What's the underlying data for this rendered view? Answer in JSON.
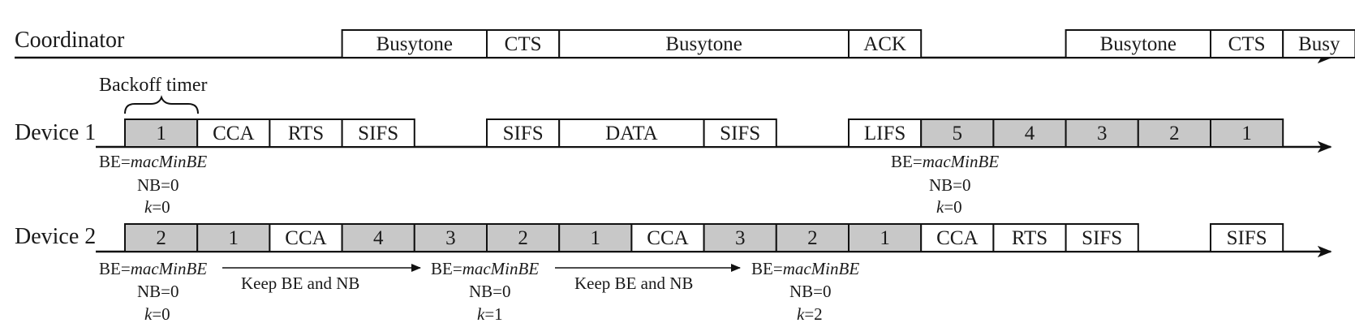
{
  "colors": {
    "backoff_fill": "#c8c8c8",
    "slot_fill": "#ffffff",
    "ink": "#111111"
  },
  "lanes": [
    {
      "id": "coordinator",
      "label": "Coordinator",
      "slots": [
        {
          "text": "Busytone",
          "span": 2,
          "shaded": false
        },
        {
          "text": "CTS",
          "span": 1,
          "shaded": false
        },
        {
          "text": "Busytone",
          "span": 4,
          "shaded": false
        },
        {
          "text": "ACK",
          "span": 1,
          "shaded": false
        },
        {
          "text": "",
          "span": 2,
          "gap": true
        },
        {
          "text": "Busytone",
          "span": 2,
          "shaded": false
        },
        {
          "text": "CTS",
          "span": 1,
          "shaded": false
        },
        {
          "text": "Busy",
          "span": 1,
          "shaded": false
        }
      ],
      "start": 3
    },
    {
      "id": "device1",
      "label": "Device 1",
      "slots": [
        {
          "text": "1",
          "span": 1,
          "shaded": true
        },
        {
          "text": "CCA",
          "span": 1,
          "shaded": false
        },
        {
          "text": "RTS",
          "span": 1,
          "shaded": false
        },
        {
          "text": "SIFS",
          "span": 1,
          "shaded": false
        },
        {
          "text": "",
          "span": 1,
          "gap": true
        },
        {
          "text": "SIFS",
          "span": 1,
          "shaded": false
        },
        {
          "text": "DATA",
          "span": 2,
          "shaded": false
        },
        {
          "text": "SIFS",
          "span": 1,
          "shaded": false
        },
        {
          "text": "",
          "span": 1,
          "gap": true
        },
        {
          "text": "LIFS",
          "span": 1,
          "shaded": false
        },
        {
          "text": "5",
          "span": 1,
          "shaded": true
        },
        {
          "text": "4",
          "span": 1,
          "shaded": true
        },
        {
          "text": "3",
          "span": 1,
          "shaded": true
        },
        {
          "text": "2",
          "span": 1,
          "shaded": true
        },
        {
          "text": "1",
          "span": 1,
          "shaded": true
        }
      ],
      "start": 0
    },
    {
      "id": "device2",
      "label": "Device 2",
      "slots": [
        {
          "text": "2",
          "span": 1,
          "shaded": true
        },
        {
          "text": "1",
          "span": 1,
          "shaded": true
        },
        {
          "text": "CCA",
          "span": 1,
          "shaded": false
        },
        {
          "text": "4",
          "span": 1,
          "shaded": true
        },
        {
          "text": "3",
          "span": 1,
          "shaded": true
        },
        {
          "text": "2",
          "span": 1,
          "shaded": true
        },
        {
          "text": "1",
          "span": 1,
          "shaded": true
        },
        {
          "text": "CCA",
          "span": 1,
          "shaded": false
        },
        {
          "text": "3",
          "span": 1,
          "shaded": true
        },
        {
          "text": "2",
          "span": 1,
          "shaded": true
        },
        {
          "text": "1",
          "span": 1,
          "shaded": true
        },
        {
          "text": "CCA",
          "span": 1,
          "shaded": false
        },
        {
          "text": "RTS",
          "span": 1,
          "shaded": false
        },
        {
          "text": "SIFS",
          "span": 1,
          "shaded": false
        },
        {
          "text": "",
          "span": 1,
          "gap": true
        },
        {
          "text": "SIFS",
          "span": 1,
          "shaded": false
        }
      ],
      "start": 0
    }
  ],
  "backoff_timer_label": "Backoff timer",
  "params": {
    "be_prefix": "BE=",
    "be_value": "macMinBE",
    "nb": "NB=0",
    "k_symbol": "k",
    "k0": "=0",
    "k1": "=1",
    "k2": "=2"
  },
  "keep_label": "Keep BE and NB"
}
